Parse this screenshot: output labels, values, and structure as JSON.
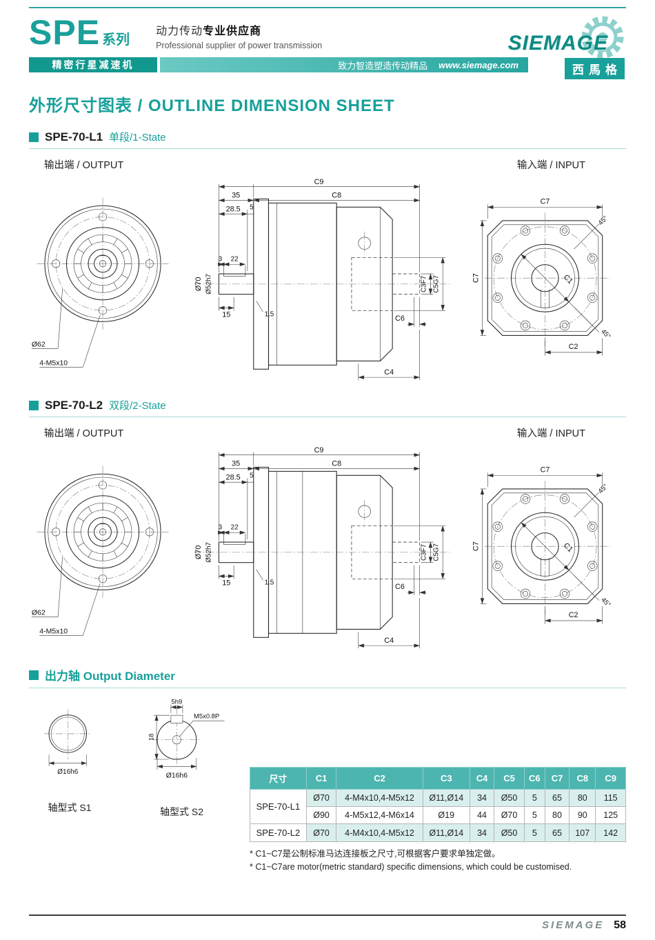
{
  "page": {
    "title": "外形尺寸图表 / OUTLINE DIMENSION SHEET"
  },
  "header": {
    "series": "SPE",
    "series_label": "系列",
    "subtitle_bar": "精密行星减速机",
    "tagline_normal": "动力传动",
    "tagline_bold": "专业供应商",
    "tagline_en": "Professional supplier of power transmission",
    "banner_text": "致力智造塑造传动精品",
    "website": "www.siemage.com",
    "brand": "SIEMAGE",
    "brand_cn": "西馬格"
  },
  "section1": {
    "model": "SPE-70-L1",
    "type": "单段/1-State"
  },
  "section2": {
    "model": "SPE-70-L2",
    "type": "双段/2-State"
  },
  "io": {
    "output": "输出端 / OUTPUT",
    "input": "输入端 / INPUT"
  },
  "dims": {
    "c9": "C9",
    "c8": "C8",
    "len35": "35",
    "len285": "28.5",
    "len5": "5",
    "len3": "3",
    "len22": "22",
    "dia70": "Ø70",
    "dia52": "Ø52h7",
    "len15": "15",
    "len15d": "1.5",
    "c3": "C3F7",
    "c5": "C5G7",
    "c6": "C6",
    "c4": "C4",
    "dia62": "Ø62",
    "bolt": "4-M5x10",
    "c7": "C7",
    "deg45": "45°",
    "c1": "C1",
    "c2": "C2"
  },
  "output_section": {
    "heading": "出力轴 Output Diameter",
    "key_width": "5h9",
    "tap": "M5x0.8P",
    "depth18": "18",
    "dia16_s1": "Ø16h6",
    "dia16_s2": "Ø16h6",
    "s1_label": "轴型式 S1",
    "s2_label": "轴型式 S2"
  },
  "table": {
    "headers": [
      "尺寸",
      "C1",
      "C2",
      "C3",
      "C4",
      "C5",
      "C6",
      "C7",
      "C8",
      "C9"
    ],
    "rows": [
      {
        "model": "SPE-70-L1",
        "c1": "Ø70",
        "c2": "4-M4x10,4-M5x12",
        "c3": "Ø11,Ø14",
        "c4": "34",
        "c5": "Ø50",
        "c6": "5",
        "c7": "65",
        "c8": "80",
        "c9": "115"
      },
      {
        "model": "",
        "c1": "Ø90",
        "c2": "4-M5x12,4-M6x14",
        "c3": "Ø19",
        "c4": "44",
        "c5": "Ø70",
        "c6": "5",
        "c7": "80",
        "c8": "90",
        "c9": "125"
      },
      {
        "model": "SPE-70-L2",
        "c1": "Ø70",
        "c2": "4-M4x10,4-M5x12",
        "c3": "Ø11,Ø14",
        "c4": "34",
        "c5": "Ø50",
        "c6": "5",
        "c7": "65",
        "c8": "107",
        "c9": "142"
      }
    ],
    "note_cn": "* C1~C7是公制标准马达连接板之尺寸,可根据客户要求单独定做。",
    "note_en": "* C1~C7are motor(metric standard)  specific dimensions, which could be customised."
  },
  "footer": {
    "brand": "SIEMAGE",
    "page": "58"
  }
}
